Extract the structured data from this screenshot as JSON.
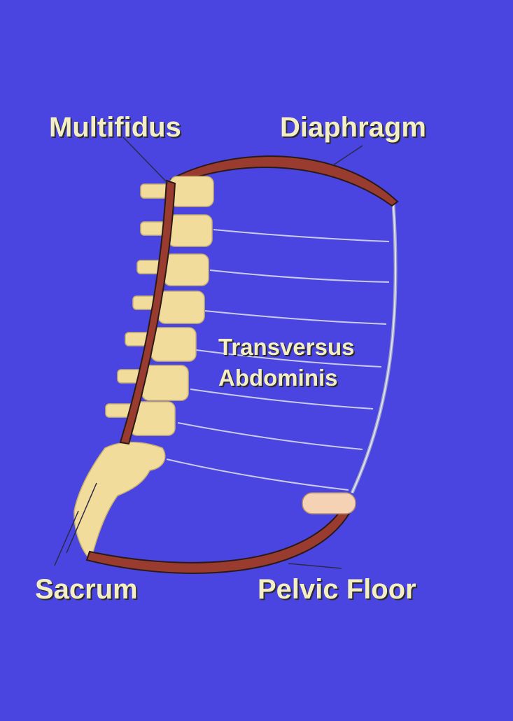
{
  "labels": {
    "multifidus": "Multifidus",
    "diaphragm": "Diaphragm",
    "transversus_line1": "Transversus",
    "transversus_line2": "Abdominis",
    "sacrum": "Sacrum",
    "pelvic_floor": "Pelvic Floor"
  },
  "colors": {
    "background": "#4a44e0",
    "muscle": "#9a3b30",
    "bone": "#f1dc9c",
    "pelvic_bone": "#f6d2b4",
    "fiber": "#c9cbe8",
    "label_text": "#f4eec4"
  }
}
